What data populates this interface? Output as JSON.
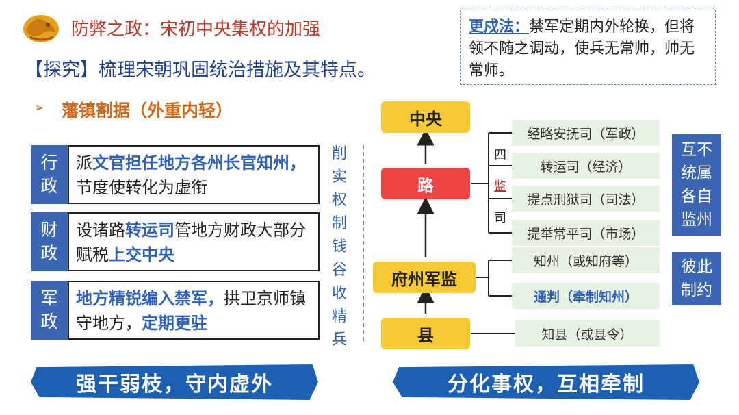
{
  "header": {
    "title": "防弊之政：宋初中央集权的加强",
    "explore": "【探究】梳理宋朝巩固统治措施及其特点。"
  },
  "note": {
    "label": "更戍法：",
    "text": "禁军定期内外轮换，但将领不随之调动，使兵无常帅，帅无常师。"
  },
  "section": {
    "marker": "➢",
    "heading": "藩镇割据（外重内轻）"
  },
  "measures": [
    {
      "category": [
        "行",
        "政"
      ],
      "parts": [
        [
          "派",
          false
        ],
        [
          "文官担任地方各州长官知州，",
          true
        ],
        [
          "节度使转化为虚衔",
          false
        ]
      ]
    },
    {
      "category": [
        "财",
        "政"
      ],
      "parts": [
        [
          "设诸路",
          false
        ],
        [
          "转运司",
          true
        ],
        [
          "管地方财政大部分赋税",
          false
        ],
        [
          "上交中央",
          true
        ]
      ]
    },
    {
      "category": [
        "军",
        "政"
      ],
      "parts": [
        [
          "地方精锐编入禁军，",
          true
        ],
        [
          "拱卫京师镇守地方，",
          false
        ],
        [
          "定期更驻",
          true
        ]
      ]
    }
  ],
  "vertical_text": [
    "削",
    "实",
    "权",
    "制",
    "钱",
    "谷",
    "收",
    "精",
    "兵"
  ],
  "banners": {
    "left": "强干弱枝，守内虚外",
    "right": "分化事权，互相牵制"
  },
  "hierarchy": {
    "central": "中央",
    "lu": "路",
    "fuzhou": "府州军监",
    "xian": "县",
    "four_labels": [
      "四",
      "监",
      "司"
    ],
    "lu_branches": [
      {
        "label": "经略安抚司（军政）",
        "highlight": false
      },
      {
        "label": "转运司（经济）",
        "highlight": false
      },
      {
        "label": "提点刑狱司（司法）",
        "highlight": false
      },
      {
        "label": "提举常平司（市场）",
        "highlight": false
      }
    ],
    "fuzhou_branches": [
      {
        "label": "知州（或知府等）",
        "highlight": false
      },
      {
        "label": "通判（牵制知州）",
        "highlight": true
      }
    ],
    "xian_branch": "知县（或县令）"
  },
  "side_notes": {
    "top": [
      "互不",
      "统属",
      "各自",
      "监州"
    ],
    "bottom": [
      "彼此",
      "制约"
    ]
  },
  "colors": {
    "title": "#c0392b",
    "accent_blue": "#3a66b4",
    "highlight_blue": "#2f62b8",
    "node_yellow": "#f9c934",
    "node_red": "#f04444",
    "branch_green": "#e7f1e2",
    "subheading_orange": "#d4691a"
  },
  "icons": {
    "dragon": "dragon-emblem-icon",
    "marker": "arrow-bullet-icon"
  }
}
